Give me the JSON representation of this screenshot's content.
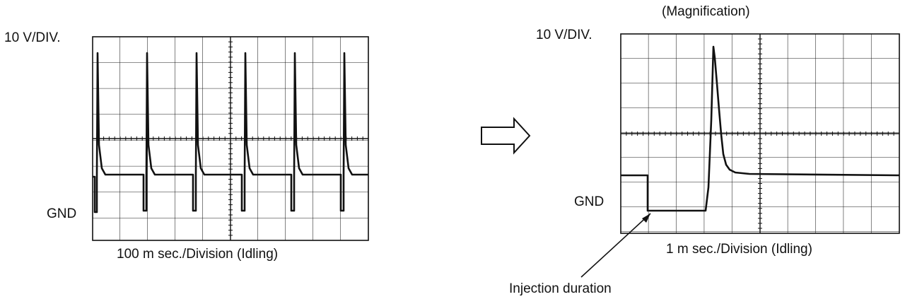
{
  "left_scope": {
    "volts_per_div": "10 V/DIV.",
    "ground_label": "GND",
    "time_base": "100 m sec./Division (Idling)"
  },
  "right_scope": {
    "heading": "(Magnification)",
    "volts_per_div": "10 V/DIV.",
    "ground_label": "GND",
    "time_base": "1 m sec./Division (Idling)"
  },
  "annotation": {
    "injection_label": "Injection duration"
  },
  "colors": {
    "ink": "#111111",
    "grid": "#1a1a1a",
    "background": "#ffffff"
  },
  "icons": {
    "transition_arrow": "hollow-right-arrow-icon"
  }
}
